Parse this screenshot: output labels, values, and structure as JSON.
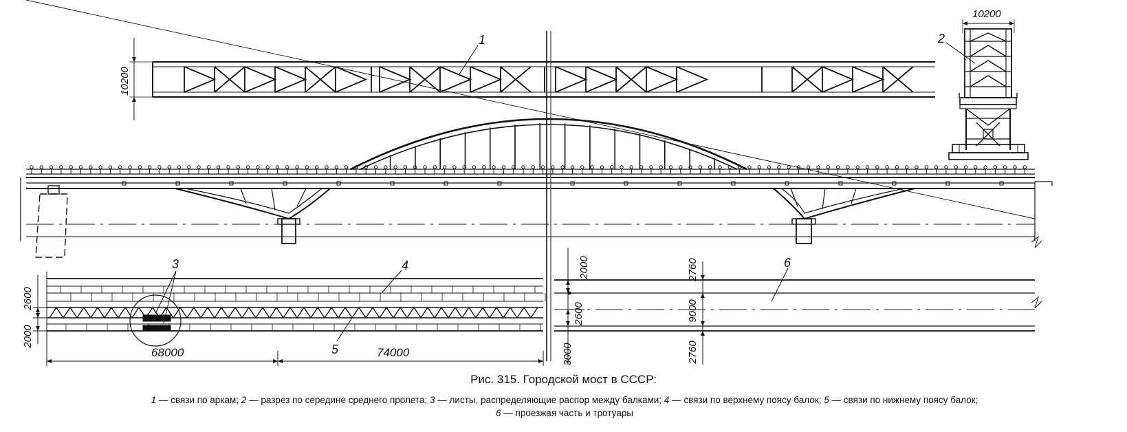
{
  "figure": {
    "caption_title": "Рис. 315. Городской мост в СССР:",
    "legend": [
      {
        "num": "1",
        "text": "— связи по аркам;"
      },
      {
        "num": "2",
        "text": "— разрез по середине среднего пролета;"
      },
      {
        "num": "3",
        "text": "— листы, распределяющие распор между балками;"
      },
      {
        "num": "4",
        "text": "— связи по верхнему поясу балок;"
      },
      {
        "num": "5",
        "text": "— связи по нижнему поясу балок;"
      },
      {
        "num": "6",
        "text": "— проезжая часть и тротуары"
      }
    ]
  },
  "callouts": {
    "c1": "1",
    "c2": "2",
    "c3": "3",
    "c4": "4",
    "c5": "5",
    "c6": "6"
  },
  "dimensions": {
    "plan_width": "10200",
    "section_width": "10200",
    "left_upper": "2600",
    "left_lower": "2000",
    "span_left": "68000",
    "span_right": "74000",
    "mid_top": "2000",
    "mid_middle": "2600",
    "mid_bottom": "3000",
    "right_top": "2760",
    "right_middle": "9000",
    "right_bottom": "2760"
  }
}
